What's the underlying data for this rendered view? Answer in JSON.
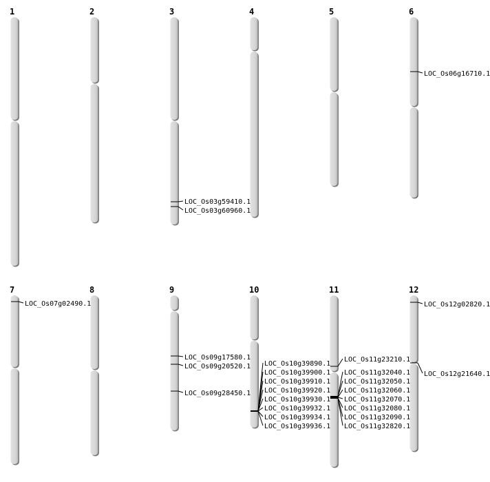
{
  "chromosomes": [
    {
      "name": "1",
      "genes": []
    },
    {
      "name": "2",
      "genes": []
    },
    {
      "name": "3",
      "genes": [
        "LOC_Os03g59410.1",
        "LOC_Os03g60960.1"
      ]
    },
    {
      "name": "4",
      "genes": []
    },
    {
      "name": "5",
      "genes": []
    },
    {
      "name": "6",
      "genes": [
        "LOC_Os06g16710.1"
      ]
    },
    {
      "name": "7",
      "genes": [
        "LOC_Os07g02490.1"
      ]
    },
    {
      "name": "8",
      "genes": []
    },
    {
      "name": "9",
      "genes": [
        "LOC_Os09g17580.1",
        "LOC_Os09g20520.1",
        "LOC_Os09g28450.1"
      ]
    },
    {
      "name": "10",
      "genes": [
        "LOC_Os10g39890.1",
        "LOC_Os10g39900.1",
        "LOC_Os10g39910.1",
        "LOC_Os10g39920.1",
        "LOC_Os10g39930.1",
        "LOC_Os10g39932.1",
        "LOC_Os10g39934.1",
        "LOC_Os10g39936.1"
      ]
    },
    {
      "name": "11",
      "genes": [
        "LOC_Os11g23210.1",
        "LOC_Os11g32040.1",
        "LOC_Os11g32050.1",
        "LOC_Os11g32060.1",
        "LOC_Os11g32070.1",
        "LOC_Os11g32080.1",
        "LOC_Os11g32090.1",
        "LOC_Os11g32820.1"
      ]
    },
    {
      "name": "12",
      "genes": [
        "LOC_Os12g02820.1",
        "LOC_Os12g21640.1"
      ]
    }
  ],
  "colors": {
    "chromosome": "#d4d4d4",
    "shadow": "#7a7a7a",
    "line": "#000000"
  }
}
